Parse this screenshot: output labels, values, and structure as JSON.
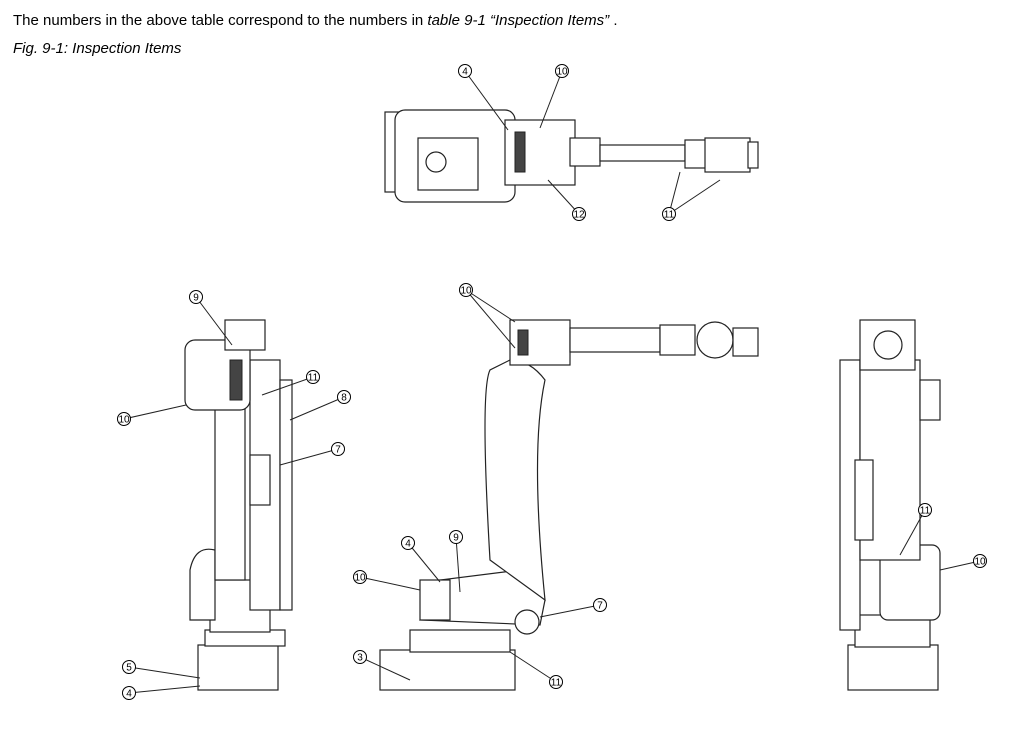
{
  "intro": {
    "text": "The numbers in the above table correspond to the numbers in ",
    "ref": "table 9-1  “Inspection Items”",
    "end": " ."
  },
  "figure_caption": "Fig. 9-1: Inspection Items",
  "callouts": {
    "top_view": [
      "4",
      "10",
      "12",
      "11"
    ],
    "left_view": [
      "9",
      "11",
      "10",
      "8",
      "7",
      "5",
      "4"
    ],
    "front_view": [
      "10",
      "4",
      "9",
      "10",
      "7",
      "3",
      "11"
    ],
    "right_view": [
      "11",
      "10"
    ]
  }
}
